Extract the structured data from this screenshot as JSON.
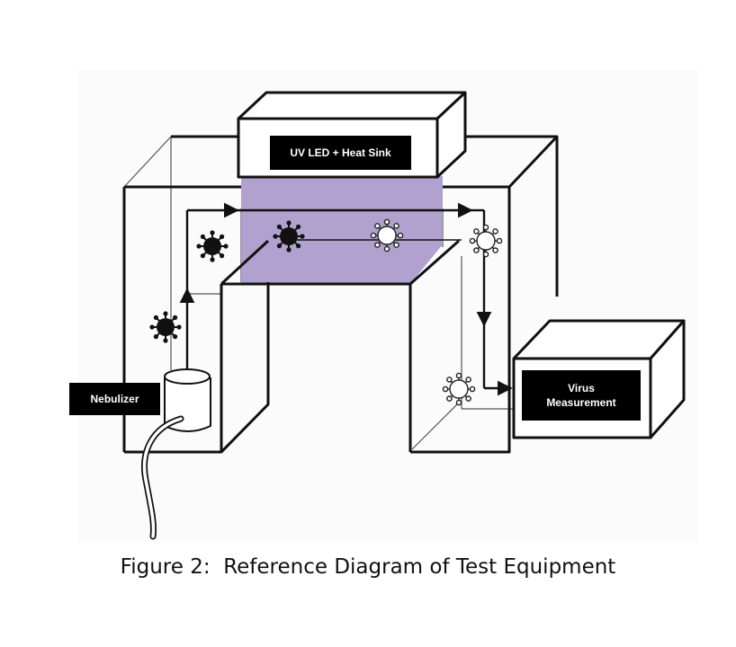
{
  "labels": {
    "uv_led": "UV LED + Heat Sink",
    "nebulizer": "Nebulizer",
    "virus_measurement_line1": "Virus",
    "virus_measurement_line2": "Measurement"
  },
  "caption": "Figure 2:  Reference Diagram of Test Equipment",
  "colors": {
    "uv_zone": "#ad9ccb",
    "stroke": "#111111",
    "label_bg": "#000000",
    "label_text": "#ffffff"
  },
  "icons": {
    "active_virus": "virus-icon-filled",
    "inactive_virus": "virus-icon-outline"
  }
}
